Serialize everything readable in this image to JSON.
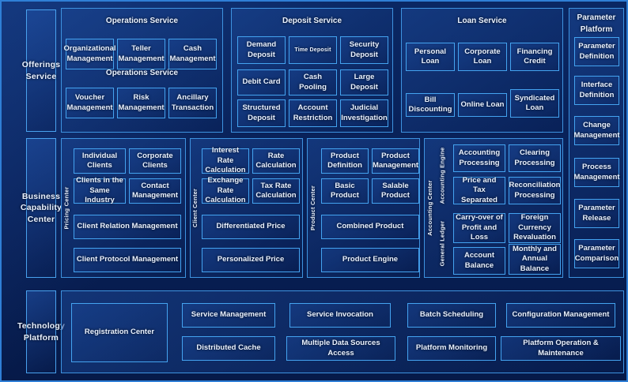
{
  "rows": {
    "offerings": {
      "label": "Offerings\nService"
    },
    "business": {
      "label": "Business\nCapability\nCenter"
    },
    "technology": {
      "label": "Technology\nPlatform"
    }
  },
  "offerings_service": {
    "groups": [
      {
        "title": "Operations Service",
        "overlay_title": "Operations Service",
        "tiles": [
          "Organizational Management",
          "Teller Management",
          "Cash Management",
          "Voucher Management",
          "Risk Management",
          "Ancillary Transaction"
        ]
      },
      {
        "title": "Deposit Service",
        "tiles": [
          "Demand Deposit",
          "Time Deposit",
          "Security Deposit",
          "Debit Card",
          "Cash Pooling",
          "Large Deposit",
          "Structured Deposit",
          "Account Restriction",
          "Judicial Investigation"
        ]
      },
      {
        "title": "Loan Service",
        "tiles": [
          "Personal Loan",
          "Corporate Loan",
          "Financing Credit",
          "Bill Discounting",
          "Online Loan",
          "Syndicated Loan"
        ]
      }
    ]
  },
  "parameter_platform": {
    "title": "Parameter Platform",
    "tiles": [
      "Parameter Definition",
      "Interface Definition",
      "Change Management",
      "Process Management",
      "Parameter Release",
      "Parameter Comparison"
    ]
  },
  "business_capability_center": {
    "groups": [
      {
        "vlabel": "Pricing Center",
        "tiles": [
          "Individual Clients",
          "Corporate Clients",
          "Clients in the Same Industry",
          "Contact Management",
          "Client Relation Management",
          "Client Protocol Management"
        ]
      },
      {
        "vlabel": "Client Center",
        "tiles": [
          "Interest Rate Calculation",
          "Rate Calculation",
          "Exchange Rate Calculation",
          "Tax Rate Calculation",
          "Differentiated Price",
          "Personalized Price"
        ]
      },
      {
        "vlabel": "Product Center",
        "tiles": [
          "Product Definition",
          "Product Management",
          "Basic Product",
          "Salable Product",
          "Combined Product",
          "Product Engine"
        ]
      },
      {
        "vlabel": "Accounting Center",
        "subgroups": [
          {
            "vlabel": "Accounting Engine",
            "tiles": [
              "Accounting Processing",
              "Clearing Processing",
              "Price and Tax Separated",
              "Reconciliation Processing"
            ]
          },
          {
            "vlabel": "General Ledger",
            "tiles": [
              "Carry-over of Profit and Loss",
              "Foreign Currency Revaluation",
              "Account Balance",
              "Monthly and Annual Balance"
            ]
          }
        ]
      }
    ]
  },
  "technology_platform": {
    "tiles": [
      "Registration Center",
      "Service Management",
      "Distributed Cache",
      "Service Invocation",
      "Multiple Data Sources Access",
      "Batch Scheduling",
      "Platform Monitoring",
      "Configuration Management",
      "Platform Operation & Maintenance"
    ]
  },
  "colors": {
    "background": "#081f55",
    "border": "#2f7fd6",
    "tile_border": "#44a3f0",
    "text": "#eaf2ff"
  }
}
